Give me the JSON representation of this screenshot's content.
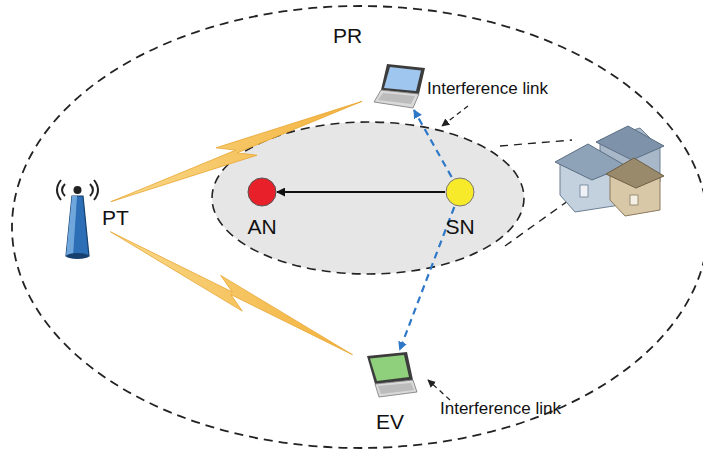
{
  "diagram": {
    "nodes": [
      {
        "text": [
          "PR"
        ]
      },
      {
        "text": [
          "PT"
        ]
      },
      {
        "text": [
          "AN"
        ]
      },
      {
        "text": [
          "SN"
        ]
      },
      {
        "text": [
          "EV"
        ]
      }
    ],
    "edges": [
      {
        "from": 3,
        "to": 2,
        "arrow": "to"
      },
      {
        "from": 3,
        "to": 0,
        "arrow": "to"
      },
      {
        "from": 3,
        "to": 4,
        "arrow": "to"
      },
      {
        "from": 1,
        "to": 0,
        "arrow": "none"
      },
      {
        "from": 1,
        "to": 4,
        "arrow": "none"
      }
    ],
    "labels": [
      "Interference link",
      "Interference link"
    ]
  }
}
